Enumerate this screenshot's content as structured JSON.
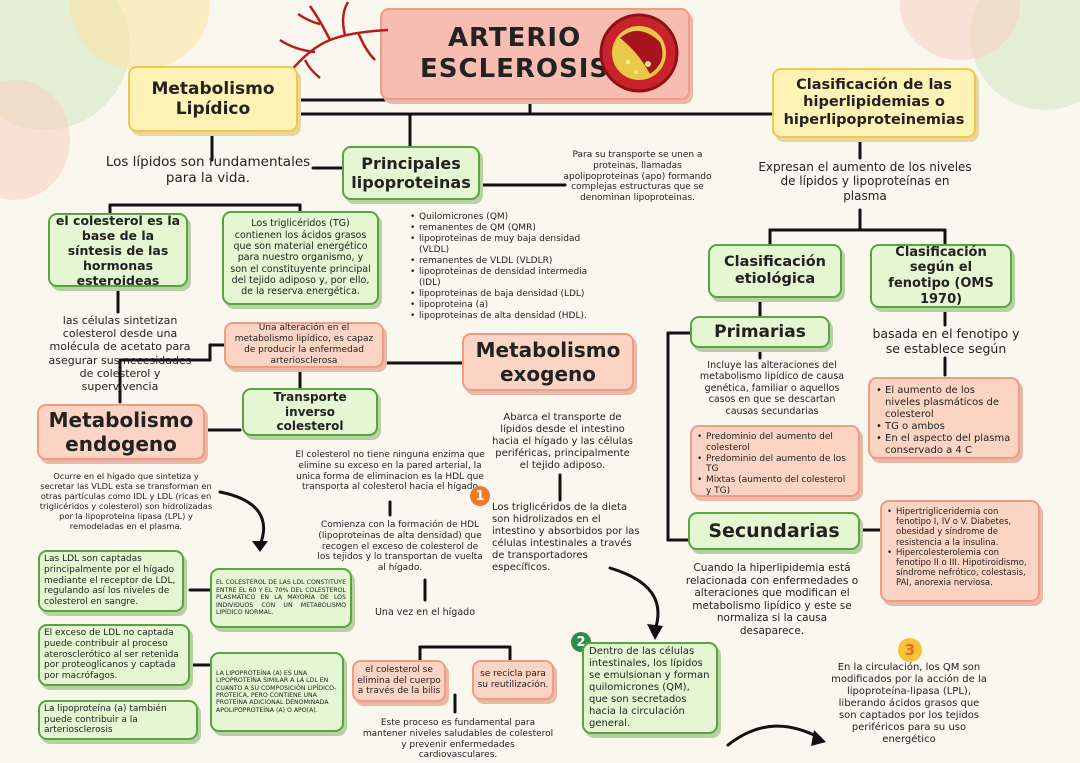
{
  "colors": {
    "green_fill": "#e4f6d2",
    "green_border": "#5aa341",
    "pink_fill": "#fbd4c3",
    "pink_border": "#f19a84",
    "yellow_fill": "#fef2b5",
    "yellow_border": "#f0c94c",
    "title_fill": "#f7bdb0"
  },
  "title": {
    "line1": "ARTERIO",
    "line2": "ESCLEROSIS"
  },
  "metabolismo_lipidico": "Metabolismo Lipídico",
  "lipidos_fundamentales": "Los lípidos son fundamentales para la vida.",
  "colesterol_base": "el colesterol es la base de la síntesis de las hormonas esteroideas",
  "trigliceridos_tg": "Los triglicéridos (TG) contienen los ácidos grasos que son material energético para nuestro organismo, y son el constituyente principal del tejido adiposo y, por ello, de la reserva energética.",
  "celulas_sintetizan": "las células sintetizan colesterol desde una molécula de acetato para asegurar sus necesidades de colesterol y supervivencia",
  "principales_lipoproteinas": "Principales lipoproteinas",
  "transporte_note": "Para su transporte se unen a proteinas, llamadas apolipoproteinas (apo) formando complejas estructuras que se denominan lipoproteinas.",
  "lipoproteinas_list": [
    "Quilomicrones (QM)",
    "remanentes de QM (QMR)",
    "lipoproteinas de muy baja densidad (VLDL)",
    "remanentes de VLDL (VLDLR)",
    "lipoproteinas de densidad intermedia (IDL)",
    "lipoproteinas de baja densidad (LDL)",
    "lipoproteina (a)",
    "lipoproteinas de alta densidad (HDL)."
  ],
  "alteracion": "Una alteración en el metabolismo lipídico, es capaz de producir la enfermedad arteriosclerosa",
  "metabolismo_exogeno": "Metabolismo exogeno",
  "metabolismo_endogeno": "Metabolismo endogeno",
  "transporte_inverso": "Transporte inverso colesterol",
  "abarca": "Abarca el transporte de lípidos desde el intestino hacia el hígado y las células periféricas, principalmente el tejido adiposo.",
  "colesterol_no_enzima": "El colesterol no tiene ninguna enzima que elimine su exceso en la pared arterial, la unica forma de eliminacion es la HDL que transporta al colesterol hacia el hígado",
  "ocurre_higado": "Ocurre en el hígado que sintetiza y secretar las VLDL esta se transforman en otras partículas como IDL y LDL (ricas en triglicéridos y colesterol) son hidrolizadas por la lipoproteina lipasa (LPL) y remodeladas en el plasma.",
  "trigliceridos_dieta": "Los triglicéridos de la dieta son hidrolizados en el intestino y absorbidos por las células intestinales a través de transportadores específicos.",
  "comienza_hdl": "Comienza con la formación de HDL (lipoproteinas de alta densidad) que recogen el exceso de colesterol de los tejidos y lo transportan de vuelta al hígado.",
  "ldl_captadas": "Las LDL son captadas principalmente por el hígado mediante el receptor de LDL, regulando así los niveles de colesterol en sangre.",
  "exceso_ldl": "El exceso de LDL no captada puede contribuir al proceso aterosclerótico al ser retenida por proteoglicanos y captada por macrófagos.",
  "lipoproteina_a_contribuye": "La lipoproteína (a) también puede contribuir a la arteriosclerosis",
  "colesterol_ldl_70": "EL COLESTEROL DE LAS LDL CONSTITUYE ENTRE EL 60 Y EL 70% DEL COLESTEROL PLASMÁTICO EN LA MAYORÍA DE LOS INDIVIDUOS CON UN METABOLISMO LIPÍDICO NORMAL.",
  "lipoproteina_a_ldl": "LA LIPOPROTEÍNA (A) ES UNA LIPOPROTEÍNA SIMILAR A LA LDL EN CUANTO A SU COMPOSICIÓN LIPÍDICO-PROTEICA, PERO CONTIENE UNA PROTEÍNA ADICIONAL DENOMINADA APOLIPOPROTEÍNA (A) O APO(A).",
  "una_vez_higado": "Una vez en el hígado",
  "elimina_bilis": "el colesterol se elimina del cuerpo a través de la bilis",
  "recicla": "se recicla para su reutilización.",
  "proceso_fundamental": "Este proceso es fundamental para mantener niveles saludables de colesterol y prevenir enfermedades cardiovasculares.",
  "badge1": "1",
  "badge2": "2",
  "badge3": "3",
  "dentro_celulas": "Dentro de las células intestinales, los lípidos se emulsionan y forman quilomicrones (QM), que son secretados hacia la circulación general.",
  "circulacion_qm": "En la circulación, los QM son modificados por la acción de la lipoproteína-lipasa (LPL), liberando ácidos grasos que son captados por los tejidos periféricos para su uso energético",
  "clasificacion_hiper": "Clasificación de las hiperlipidemias o hiperlipoproteinemias",
  "expresan": "Expresan el aumento de los niveles de lípidos y lipoproteínas en plasma",
  "clasificacion_etiologica": "Clasificación etiológica",
  "clasificacion_fenotipo": "Clasificación según el fenotipo (OMS 1970)",
  "primarias": "Primarias",
  "basada_fenotipo": "basada en el fenotipo y se establece según",
  "incluye_alteraciones": "Incluye las alteraciones del metabolismo lipídico de causa genética, familiar o aquellos casos en que se descartan causas secundarias",
  "primarias_list": [
    "Predominio del aumento del colesterol",
    "Predominio del aumento de los TG",
    "Mixtas (aumento del colesterol y TG)"
  ],
  "fenotipo_list": [
    "El aumento de los niveles plasmáticos de colesterol",
    "TG o ambos",
    "En el aspecto del plasma conservado a 4 C"
  ],
  "secundarias": "Secundarias",
  "secundarias_list": [
    "Hipertrigliceridemia con fenotipo I, IV o V. Diabetes, obesidad y síndrome de resistencia a la insulina.",
    "Hipercolesterolemia con fenotipo II o III. Hipotiroidismo, síndrome nefrótico, colestasis, PAI, anorexia nerviosa."
  ],
  "cuando_hiper": "Cuando la hiperlipidemia está relacionada con enfermedades o alteraciones que modifican el metabolismo lipídico y este se normaliza si la causa desaparece."
}
